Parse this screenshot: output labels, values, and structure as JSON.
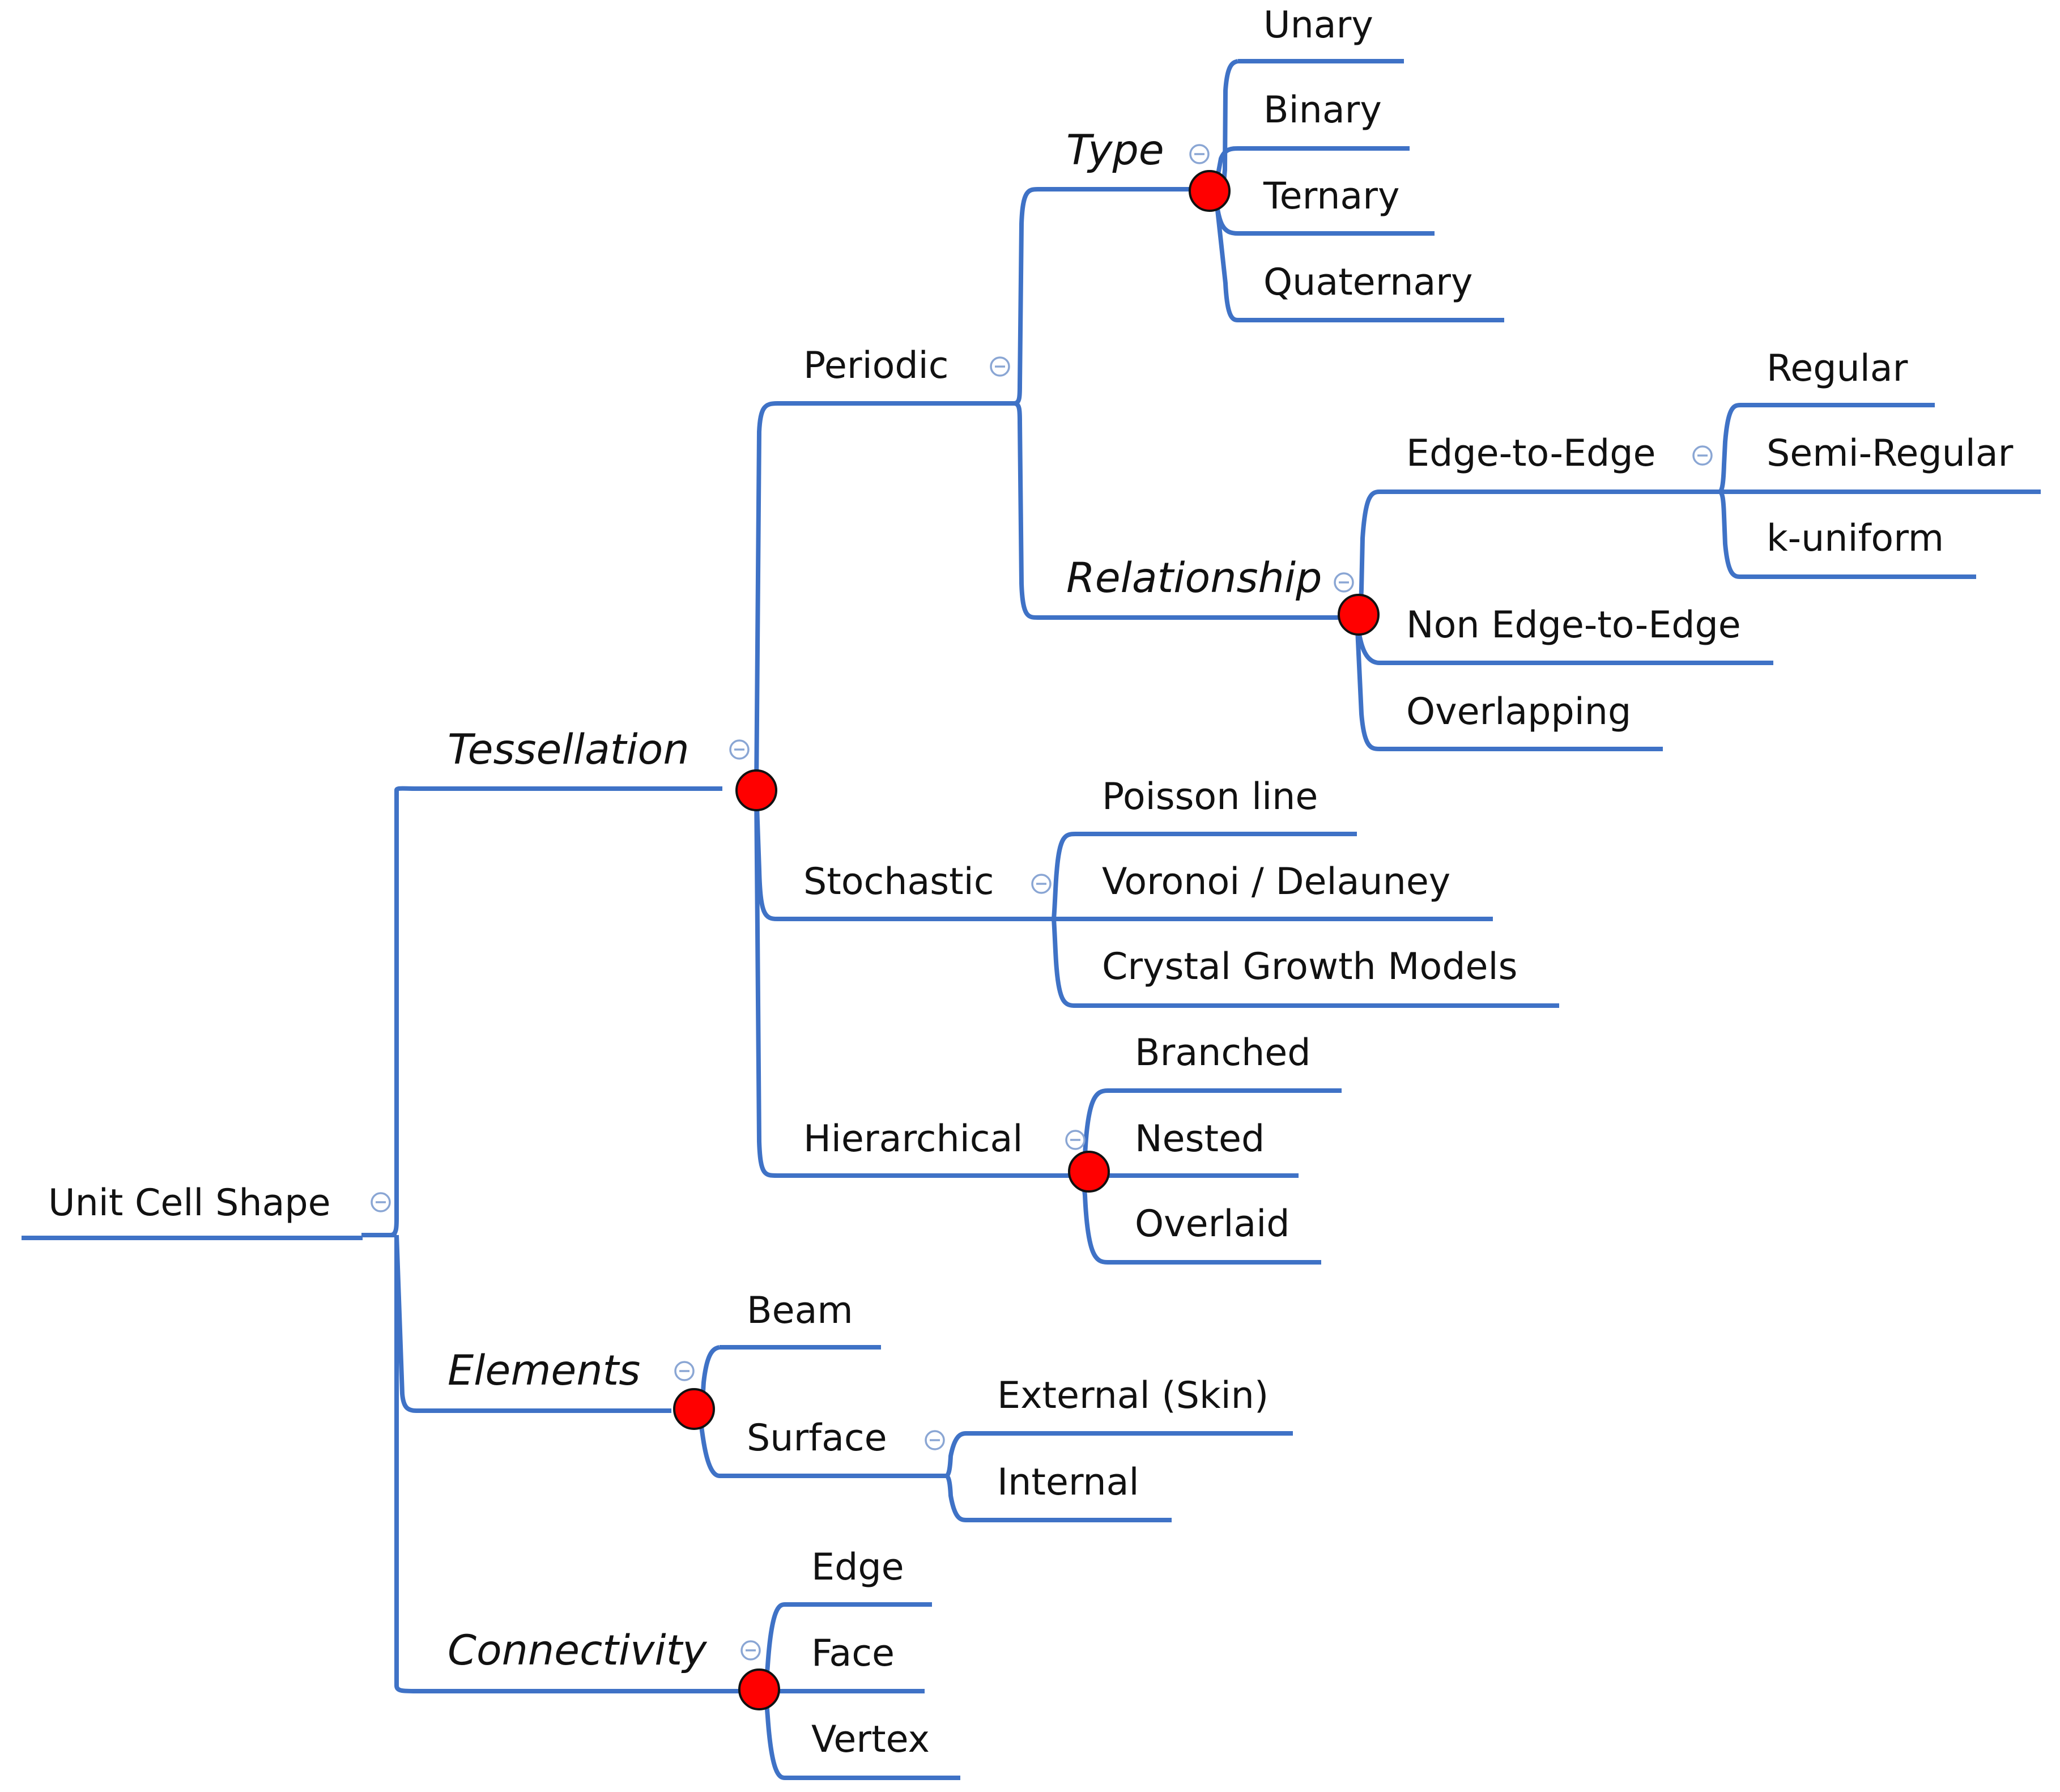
{
  "diagram": {
    "title": "",
    "root": "Unit Cell Shape",
    "branches": {
      "tessellation": "Tessellation",
      "elements": "Elements",
      "connectivity": "Connectivity"
    },
    "tessellation": {
      "periodic": "Periodic",
      "stochastic": "Stochastic",
      "hierarchical": "Hierarchical",
      "type": "Type",
      "type_items": [
        "Unary",
        "Binary",
        "Ternary",
        "Quaternary"
      ],
      "relationship": "Relationship",
      "edge_to_edge": "Edge-to-Edge",
      "edge_to_edge_items": [
        "Regular",
        "Semi-Regular",
        "k-uniform"
      ],
      "non_edge_to_edge": "Non Edge-to-Edge",
      "overlapping": "Overlapping",
      "stochastic_items": [
        "Poisson line",
        "Voronoi / Delauney",
        "Crystal Growth Models"
      ],
      "hierarchical_items": [
        "Branched",
        "Nested",
        "Overlaid"
      ]
    },
    "elements": {
      "beam": "Beam",
      "surface": "Surface",
      "surface_items": [
        "External (Skin)",
        "Internal"
      ]
    },
    "connectivity": {
      "items": [
        "Edge",
        "Face",
        "Vertex"
      ]
    },
    "colors": {
      "line": "#3f72c6",
      "marker": "#ff0000",
      "toggle": "#8aa6d4",
      "text": "#111111"
    },
    "icons": {
      "toggle": "collapse-toggle-icon",
      "marker": "red-dot-marker"
    }
  }
}
